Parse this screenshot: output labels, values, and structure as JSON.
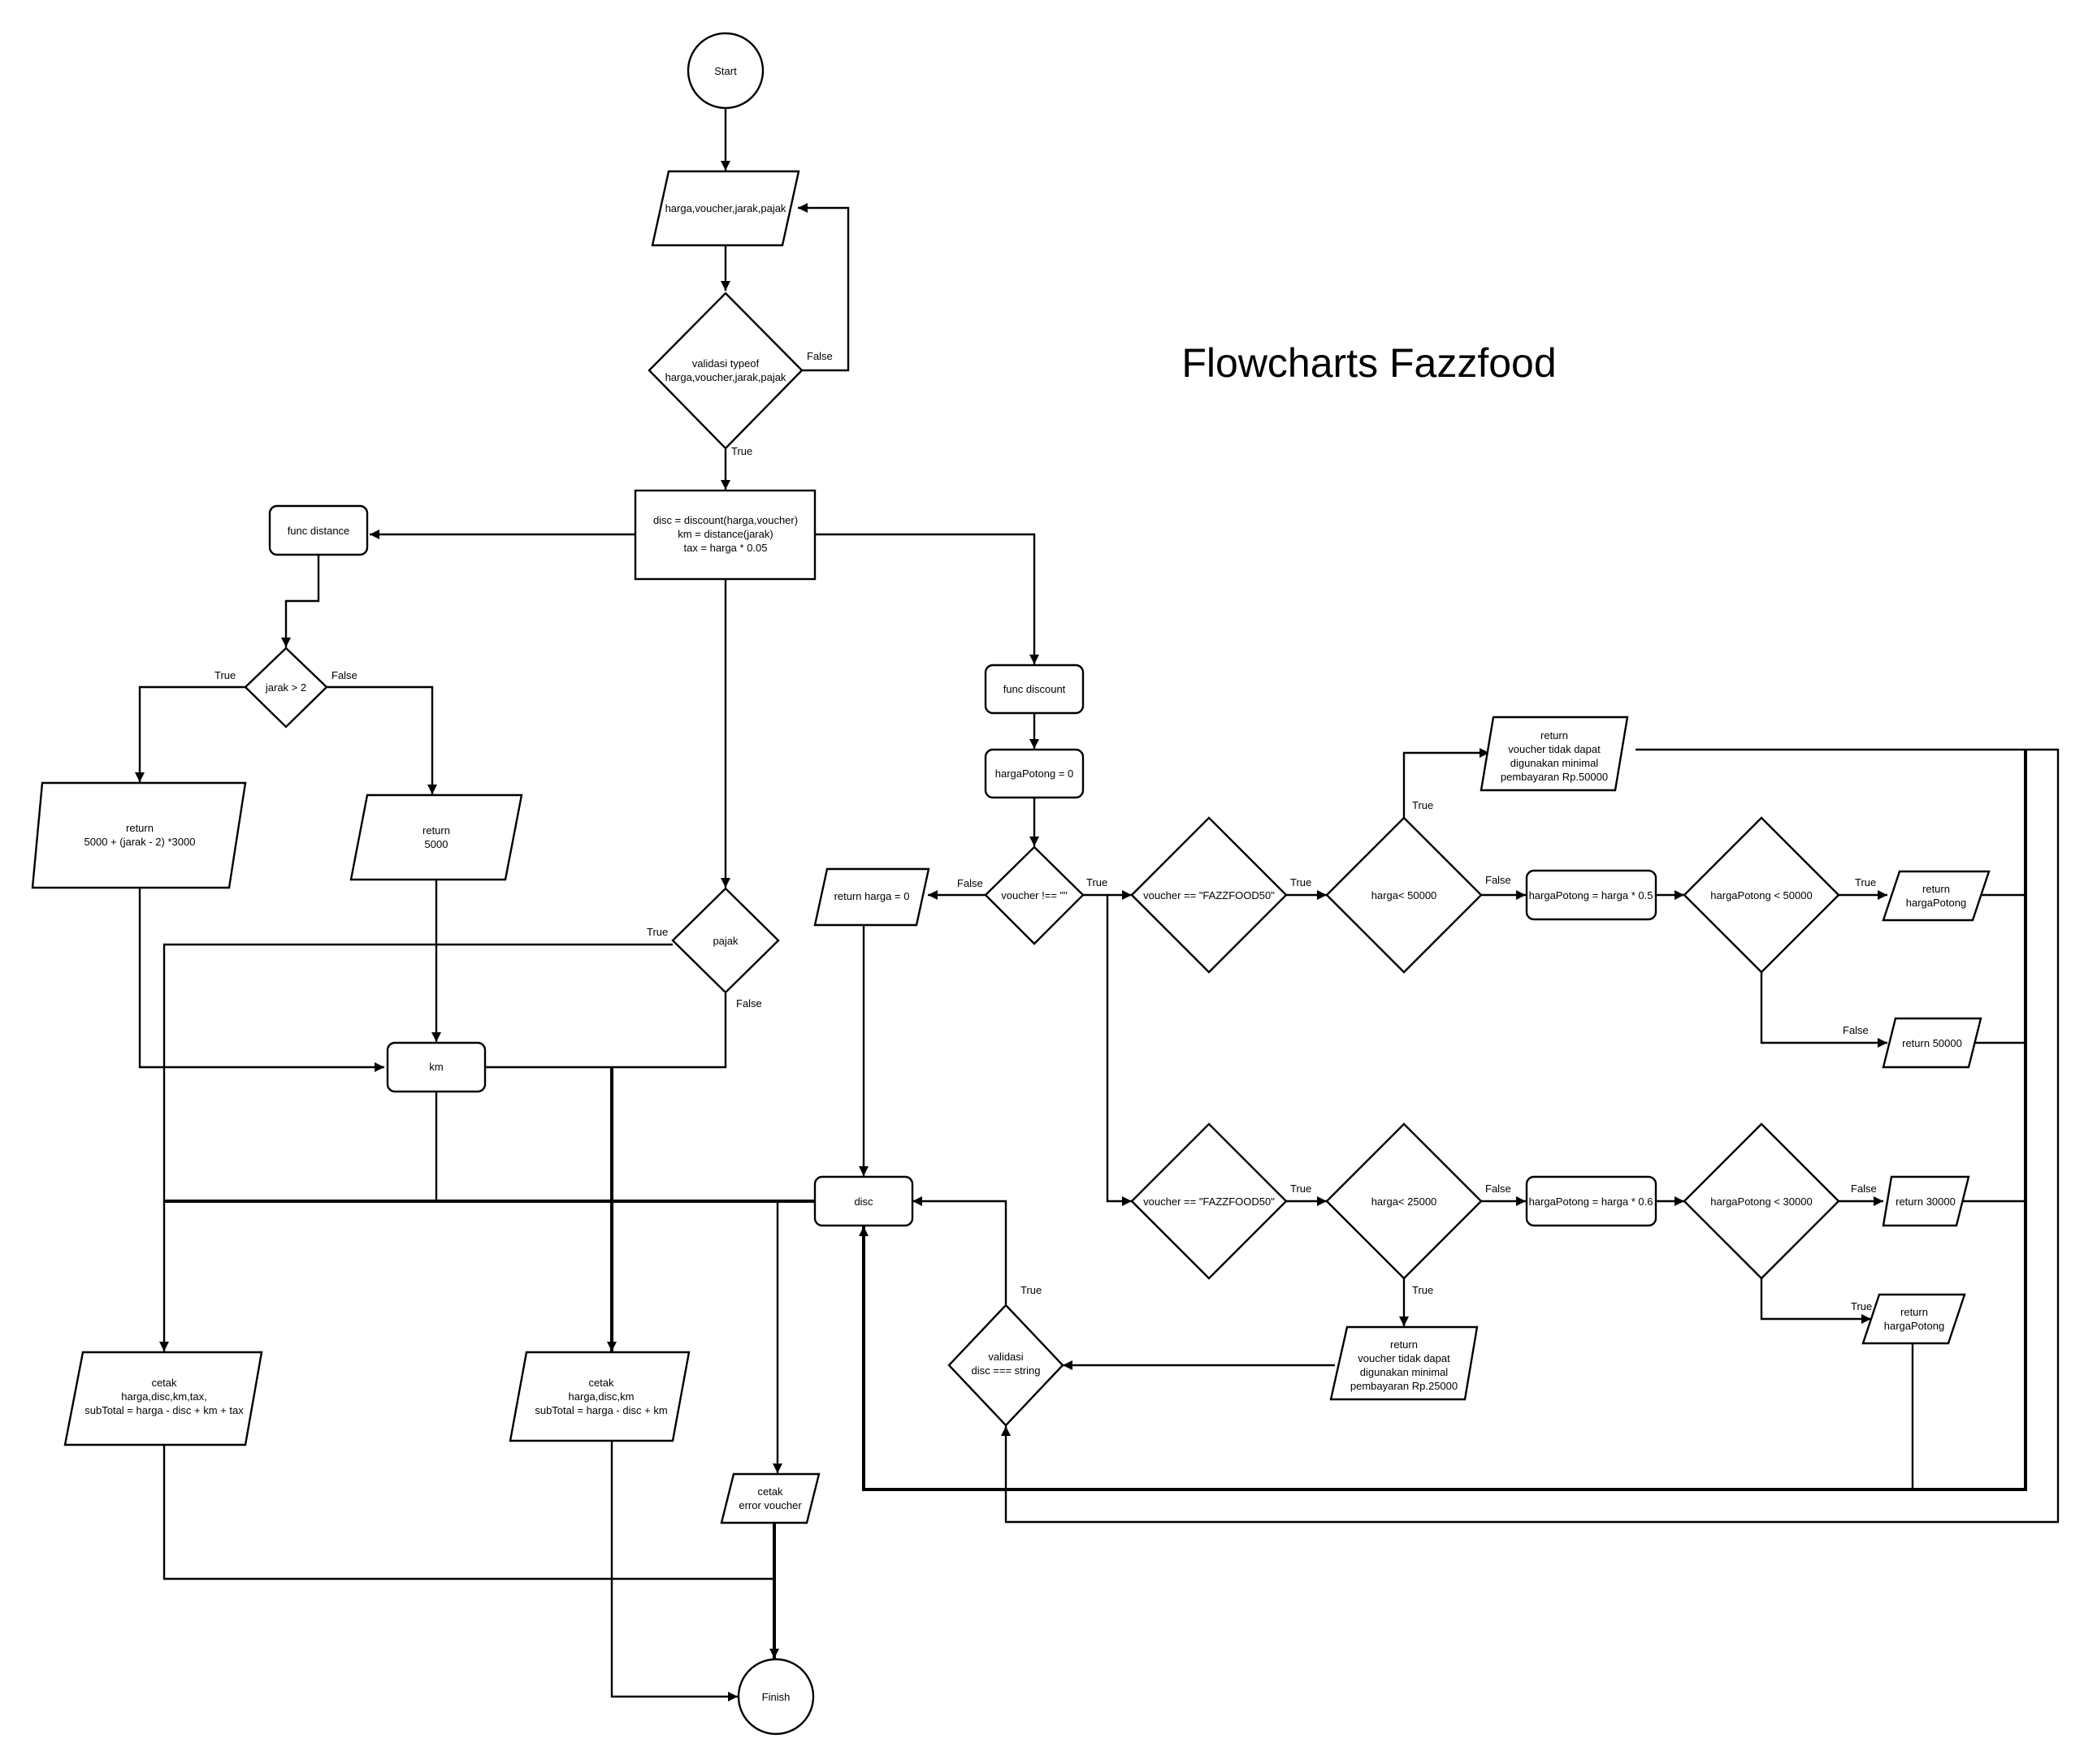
{
  "title": "Flowcharts Fazzfood",
  "nodes": {
    "start": "Start",
    "input": "harga,voucher,jarak,pajak",
    "validate": [
      "validasi typeof",
      "harga,voucher,jarak,pajak"
    ],
    "assign": [
      "disc = discount(harga,voucher)",
      "km = distance(jarak)",
      "tax = harga * 0.05"
    ],
    "func_distance": "func distance",
    "jarak_check": "jarak > 2",
    "return_far": [
      "return",
      "5000 + (jarak - 2) *3000"
    ],
    "return_near": [
      "return",
      "5000"
    ],
    "pajak": "pajak",
    "km": "km",
    "func_discount": "func discount",
    "hargapotong_init": "hargaPotong = 0",
    "voucher_not_empty": "voucher !== \"\"",
    "return_zero": "return harga = 0",
    "voucher_check_1": "voucher == \"FAZZFOOD50\"",
    "voucher_check_2": "voucher == \"FAZZFOOD50\"",
    "harga_lt_50000": "harga< 50000",
    "harga_lt_25000": "harga< 25000",
    "return_err_50000": [
      "return",
      "voucher tidak dapat",
      "digunakan minimal",
      "pembayaran Rp.50000"
    ],
    "return_err_25000": [
      "return",
      "voucher tidak dapat",
      "digunakan minimal",
      "pembayaran Rp.25000"
    ],
    "potong_05": "hargaPotong = harga * 0.5",
    "potong_06": "hargaPotong = harga * 0.6",
    "potong_lt_50000": "hargaPotong < 50000",
    "potong_lt_30000": "hargaPotong < 30000",
    "return_potong_1": [
      "return",
      "hargaPotong"
    ],
    "return_potong_2": [
      "return",
      "hargaPotong"
    ],
    "return_50000": "return 50000",
    "return_30000": "return 30000",
    "disc": "disc",
    "validate_disc": [
      "validasi",
      "disc === string"
    ],
    "print_tax": [
      "cetak",
      "harga,disc,km,tax,",
      "subTotal = harga - disc + km + tax"
    ],
    "print_notax": [
      "cetak",
      "harga,disc,km",
      "subTotal = harga - disc + km"
    ],
    "print_error": [
      "cetak",
      "error voucher"
    ],
    "finish": "Finish"
  },
  "edge_labels": {
    "true": "True",
    "false": "False"
  }
}
